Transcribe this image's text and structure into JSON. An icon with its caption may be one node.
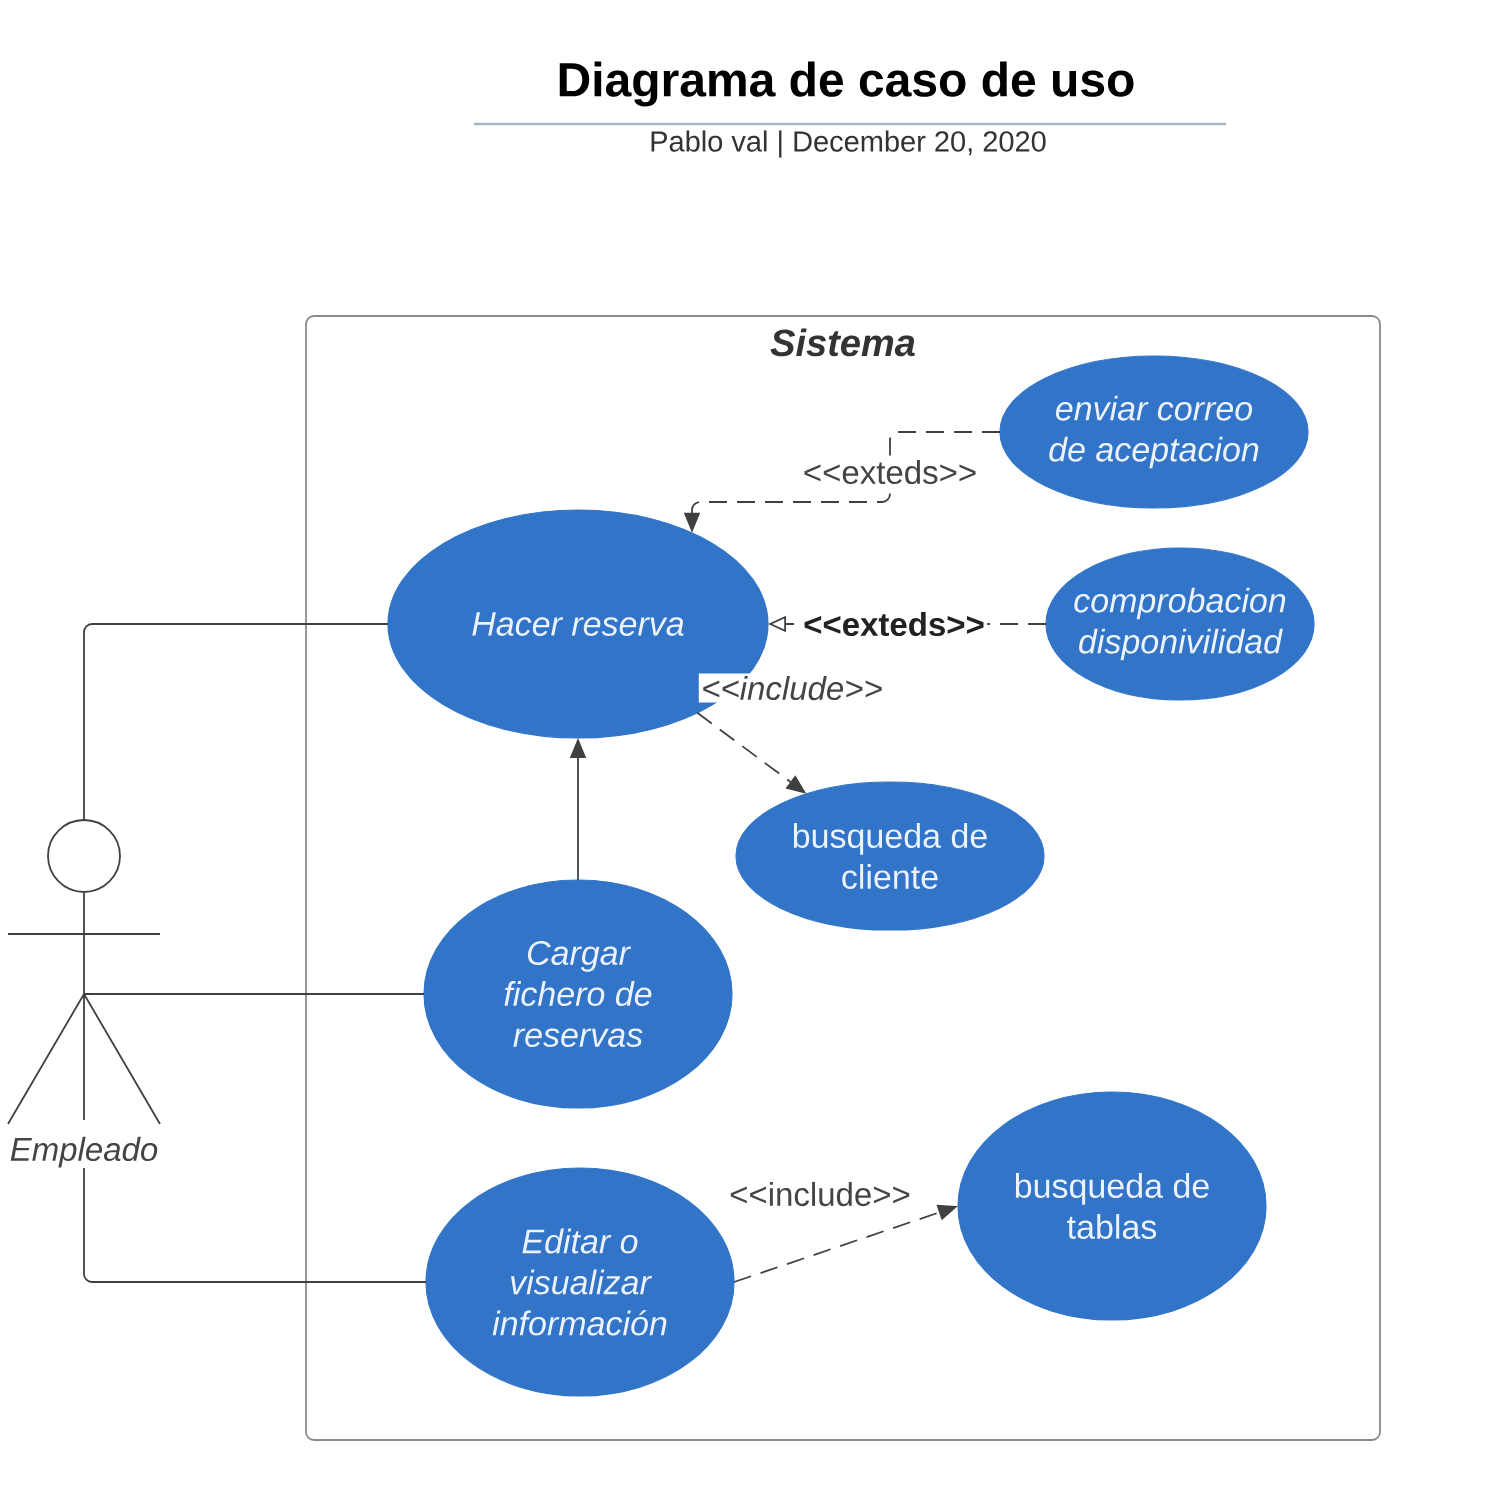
{
  "diagram": {
    "title": "Diagrama de caso de uso",
    "nodes": [
      {
        "text": [
          "Sistema"
        ]
      },
      {
        "text": [
          "Empleado"
        ]
      },
      {
        "text": [
          "Hacer reserva"
        ],
        "in": 0
      },
      {
        "text": [
          "enviar correo de aceptacion"
        ],
        "in": 0
      },
      {
        "text": [
          "comprobacion disponivilidad"
        ],
        "in": 0
      },
      {
        "text": [
          "busqueda de cliente"
        ],
        "in": 0
      },
      {
        "text": [
          "Cargar fichero de reservas"
        ],
        "in": 0
      },
      {
        "text": [
          "Editar o visualizar información"
        ],
        "in": 0
      },
      {
        "text": [
          "busqueda de tablas"
        ],
        "in": 0
      }
    ],
    "edges": [
      {
        "from": 1,
        "to": 2,
        "arrow": "none"
      },
      {
        "from": 1,
        "to": 6,
        "arrow": "none"
      },
      {
        "from": 1,
        "to": 7,
        "arrow": "none"
      },
      {
        "from": 3,
        "to": 2,
        "arrow": "to",
        "label": "<<exteds>>",
        "style": "dashed"
      },
      {
        "from": 4,
        "to": 2,
        "arrow": "to",
        "label": "<<exteds>>",
        "style": "dashed"
      },
      {
        "from": 2,
        "to": 5,
        "arrow": "to",
        "label": "<<include>>",
        "style": "dashed"
      },
      {
        "from": 6,
        "to": 2,
        "arrow": "to"
      },
      {
        "from": 7,
        "to": 8,
        "arrow": "to",
        "label": "<<include>>",
        "style": "dashed"
      }
    ],
    "labels": [
      "Pablo val | December 20, 2020"
    ]
  }
}
